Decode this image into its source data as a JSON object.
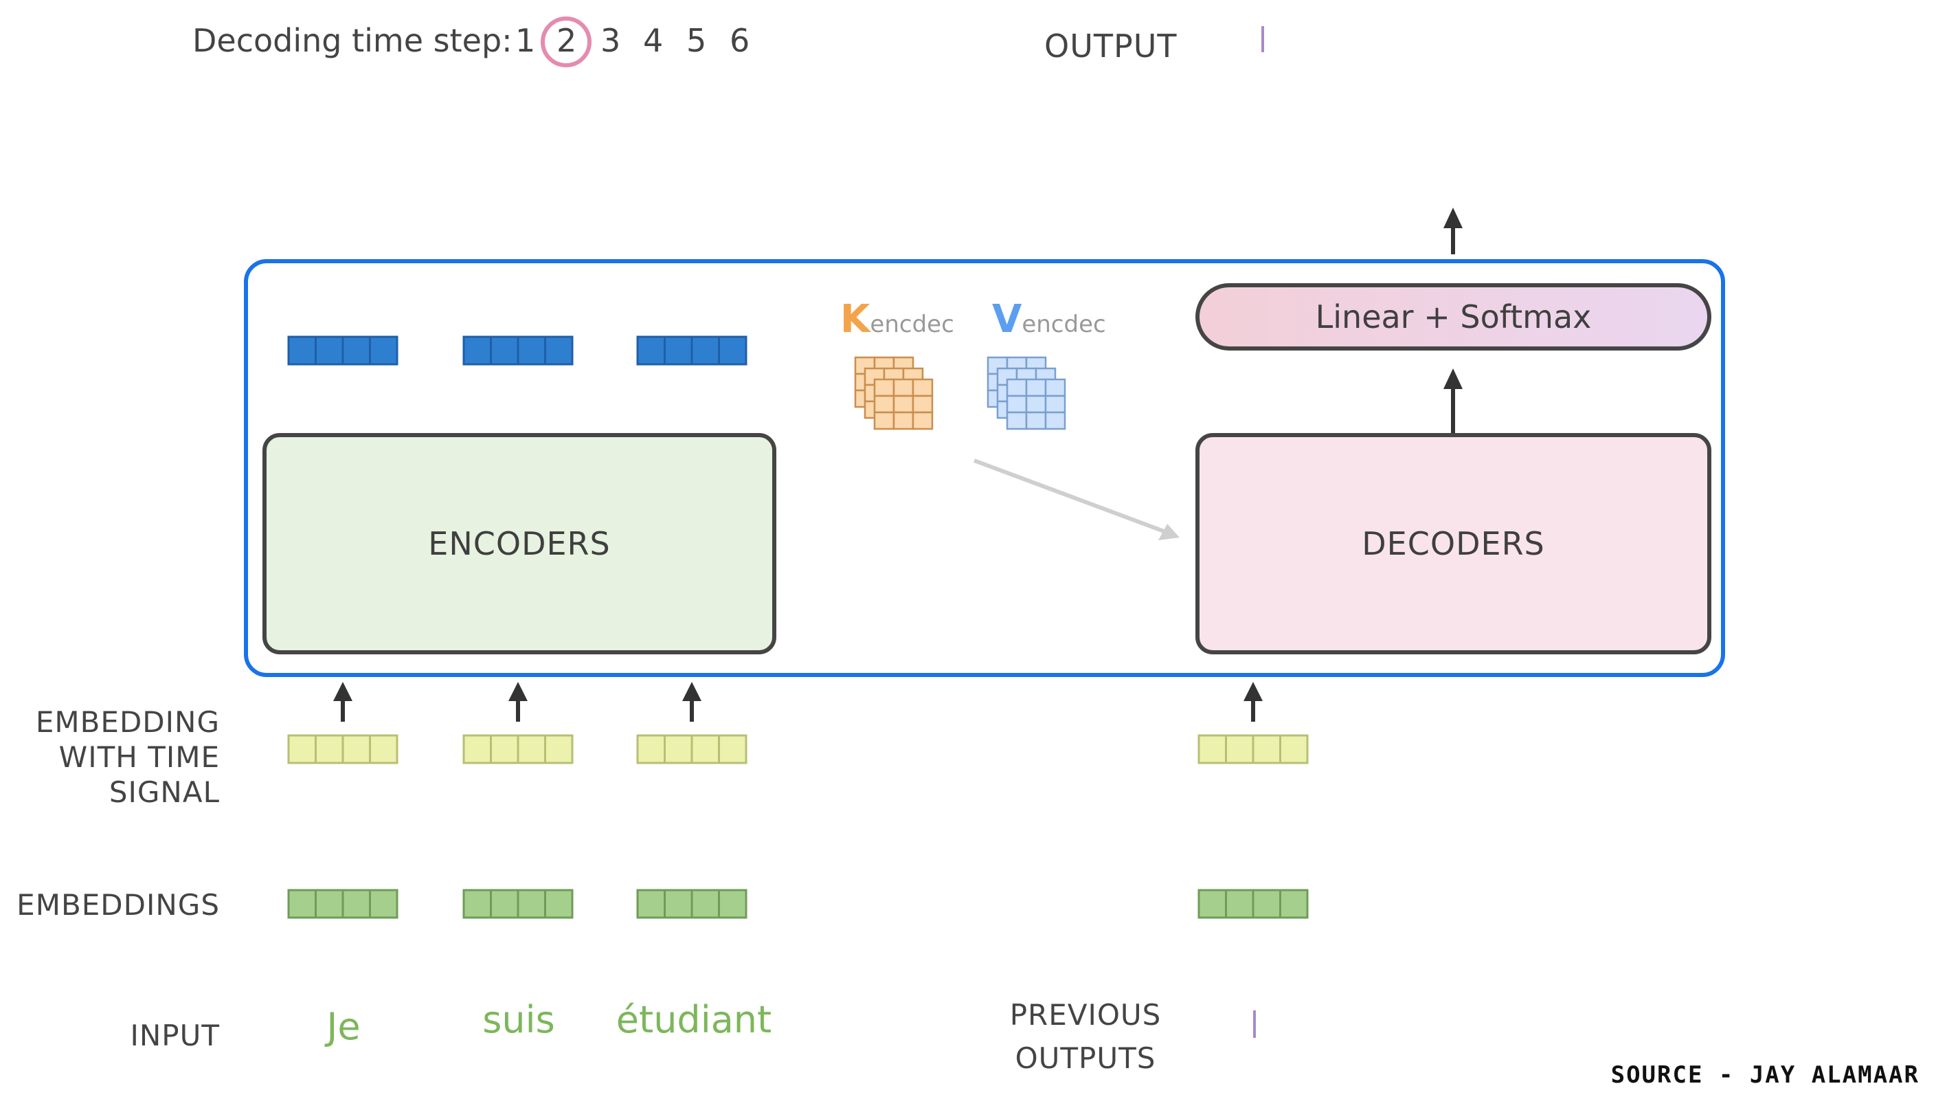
{
  "header": {
    "decoding_label": "Decoding time step:",
    "steps": [
      "1",
      "2",
      "3",
      "4",
      "5",
      "6"
    ],
    "active_step": "2",
    "output_label": "OUTPUT",
    "output_cursor": "|"
  },
  "model": {
    "encoders_label": "ENCODERS",
    "decoders_label": "DECODERS",
    "linear_softmax_label": "Linear + Softmax",
    "k_letter": "K",
    "k_sub": "encdec",
    "v_letter": "V",
    "v_sub": "encdec"
  },
  "rows": {
    "embedding_time_signal": [
      "EMBEDDING",
      "WITH TIME",
      "SIGNAL"
    ],
    "embeddings": "EMBEDDINGS",
    "input": "INPUT",
    "previous_outputs": [
      "PREVIOUS",
      "OUTPUTS"
    ],
    "previous_cursor": "|"
  },
  "inputs": [
    "Je",
    "suis",
    "étudiant"
  ],
  "source_credit": "SOURCE - JAY ALAMAAR",
  "colors": {
    "frame_blue": "#1a73e8",
    "encoder_output_blue": "#2f7fd1",
    "encoder_fill": "#e7f2e1",
    "decoder_fill": "#f9e4ec",
    "k_orange": "#f3a44a",
    "v_blue": "#5c9ff0",
    "step_circle": "#e48bb0",
    "input_green": "#7db65b",
    "time_signal_yellow": "#ecf2ad",
    "embedding_green": "#a5cf8d"
  }
}
